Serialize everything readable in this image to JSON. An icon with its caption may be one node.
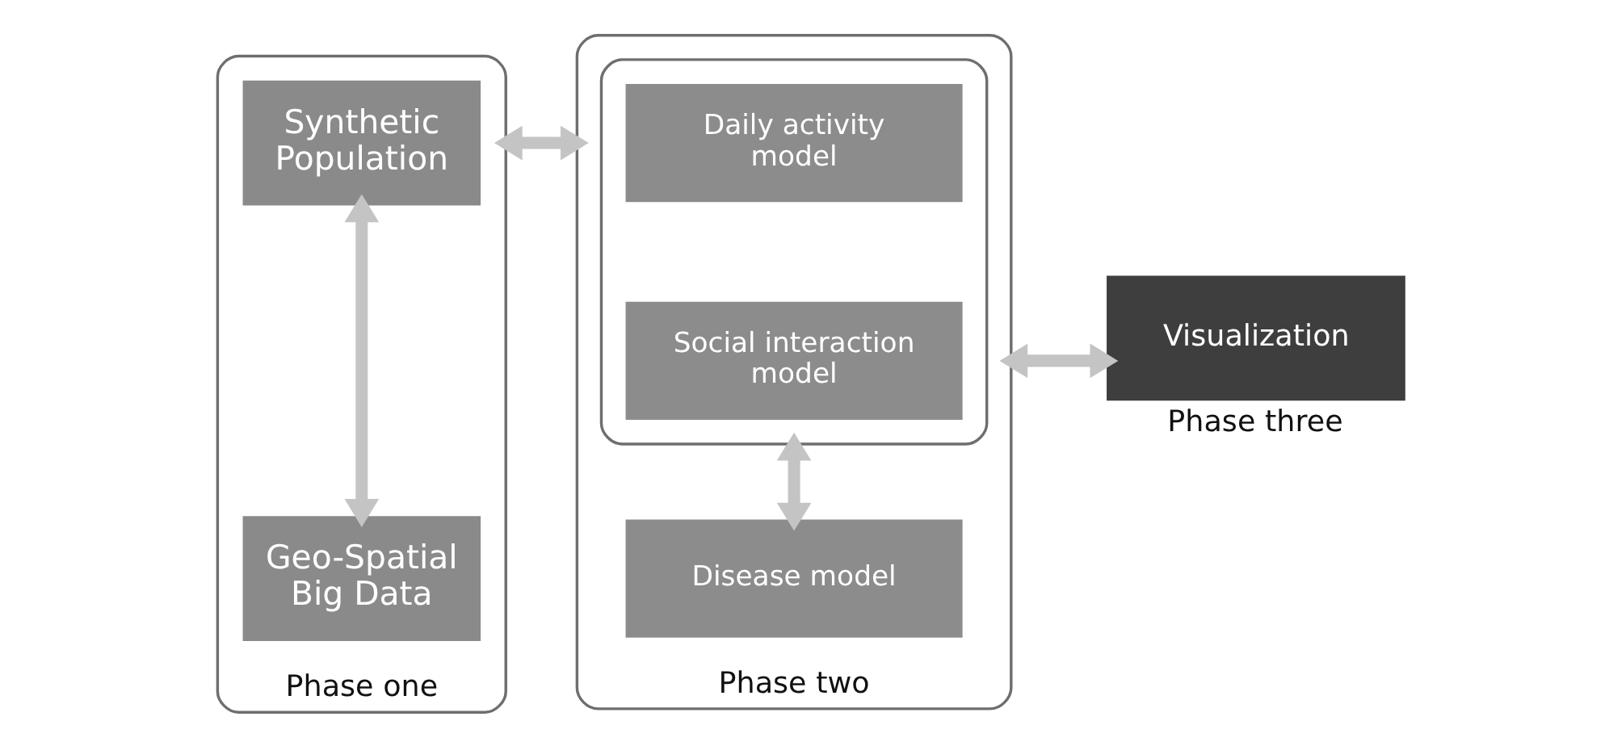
{
  "diagram": {
    "nodes": [
      {
        "text": [
          "Phase one"
        ]
      },
      {
        "text": [
          "Synthetic Population"
        ],
        "in": 0
      },
      {
        "text": [
          "Geo-Spatial Big Data"
        ],
        "in": 0
      },
      {
        "text": [
          "Phase two"
        ]
      },
      {
        "text": [],
        "shape": "box",
        "in": 3
      },
      {
        "text": [
          "Daily activity model"
        ],
        "in": 4
      },
      {
        "text": [
          "Social interaction model"
        ],
        "in": 4
      },
      {
        "text": [
          "Disease model"
        ],
        "in": 3
      },
      {
        "text": [
          "Visualization"
        ],
        "beside": [
          "Phase three"
        ]
      }
    ],
    "edges": [
      {
        "from": 1,
        "to": 2,
        "arrow": "both"
      },
      {
        "from": 0,
        "to": 3,
        "arrow": "both"
      },
      {
        "from": 4,
        "to": 7,
        "arrow": "both"
      },
      {
        "from": 3,
        "to": 8,
        "arrow": "both"
      }
    ]
  }
}
